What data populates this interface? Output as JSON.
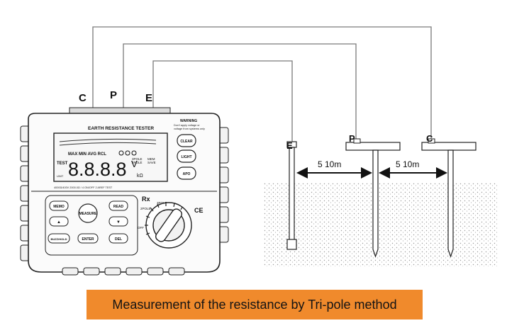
{
  "lead_labels": {
    "c": "C",
    "p": "P",
    "e": "E"
  },
  "tester": {
    "name": "EARTH RESISTANCE TESTER",
    "warning_title": "WARNING",
    "warning_text_1": "Don't apply voltage or",
    "warning_text_2": "voltage from systems only",
    "lcd_reading": "8.8.8.8",
    "lcd_status": "MAX MIN AVG RCL",
    "lcd_test": "TEST",
    "lcd_volt_unit": "V",
    "lcd_ohm_unit": "kΩ",
    "lcd_spole": "3POLE",
    "lcd_2pole": "2POLE",
    "lcd_mem": "MEM",
    "lcd_save": "SAVE",
    "lcd_unit_label": "UNIT",
    "side_buttons": [
      "CLEAR",
      "LIGHT",
      "APO"
    ],
    "spec_line": "4000Ω/400V 2000.0Ω / 4 ON/OFF 2 AREF TEST",
    "front_buttons": [
      "MEMO",
      "MEASURE",
      "READ",
      "▲",
      "▼",
      "BUZZ/HOLD",
      "ENTER",
      "DEL"
    ],
    "ce_mark": "CE",
    "dial_labels": [
      "Rx",
      "3POLE",
      "2POLE",
      "OFF"
    ]
  },
  "electrodes": {
    "e": "E",
    "p": "P",
    "c": "C"
  },
  "distances": [
    "5  10m",
    "5  10m"
  ],
  "caption": "Measurement of the resistance by Tri-pole method"
}
